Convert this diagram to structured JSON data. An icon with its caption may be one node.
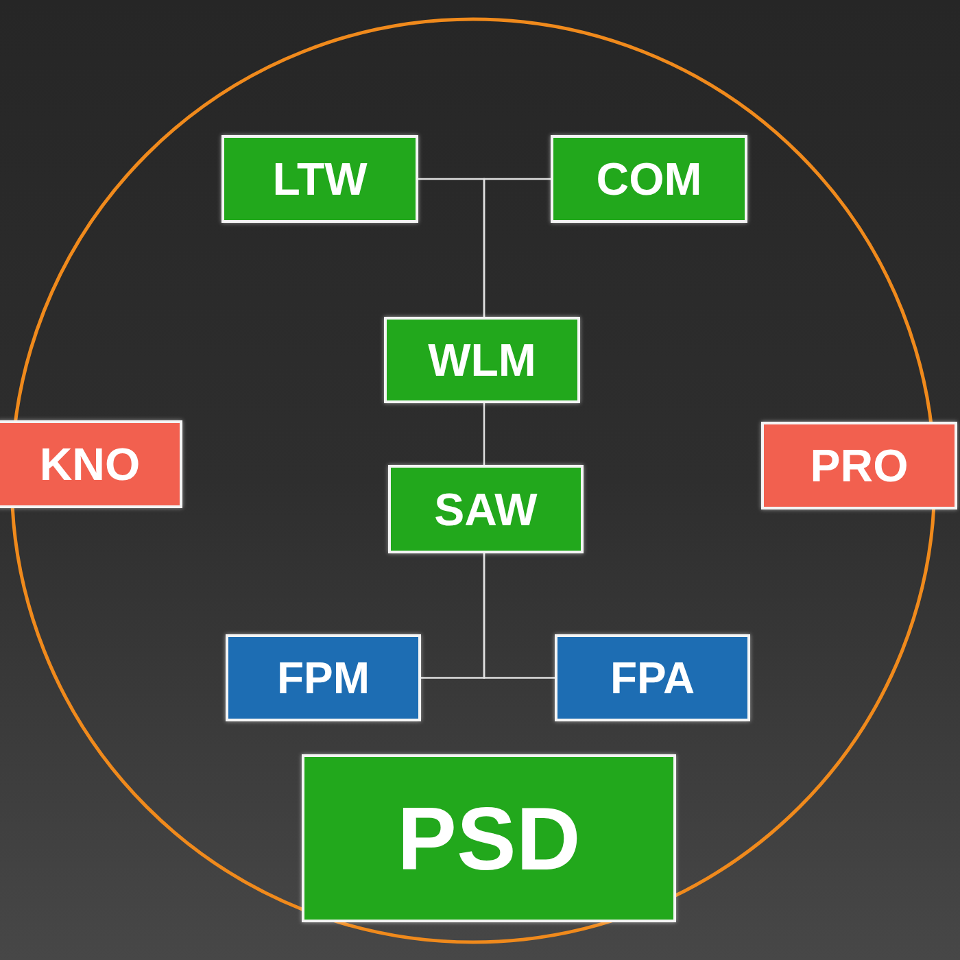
{
  "diagram": {
    "nodes": [
      {
        "text": [
          "LTW"
        ]
      },
      {
        "text": [
          "COM"
        ]
      },
      {
        "text": [
          "WLM"
        ]
      },
      {
        "text": [
          "KNO"
        ]
      },
      {
        "text": [
          "SAW"
        ]
      },
      {
        "text": [
          "PRO"
        ]
      },
      {
        "text": [
          "FPM"
        ]
      },
      {
        "text": [
          "FPA"
        ]
      },
      {
        "text": [
          "PSD"
        ]
      }
    ],
    "edges": [
      {
        "from": 0,
        "to": 2,
        "arrow": "none"
      },
      {
        "from": 1,
        "to": 2,
        "arrow": "none"
      },
      {
        "from": 2,
        "to": 4,
        "arrow": "none"
      },
      {
        "from": 4,
        "to": 6,
        "arrow": "none"
      },
      {
        "from": 4,
        "to": 7,
        "arrow": "none"
      }
    ]
  }
}
